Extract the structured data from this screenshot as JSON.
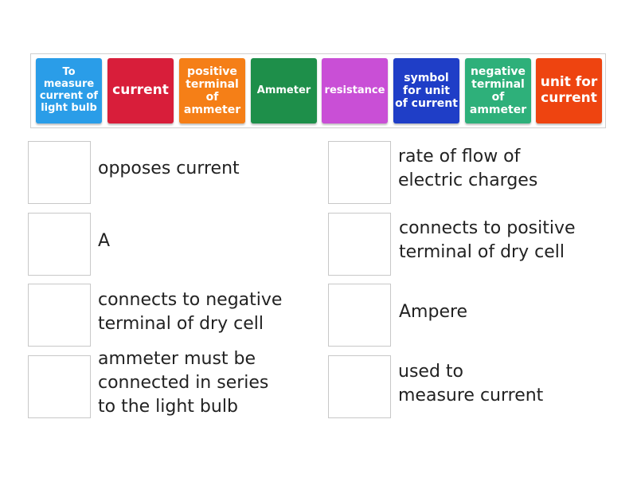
{
  "tiles": [
    {
      "label": "To measure current of light bulb",
      "color": "#2a9de8"
    },
    {
      "label": "current",
      "color": "#d81e3a"
    },
    {
      "label": "positive terminal of ammeter",
      "color": "#f57f17"
    },
    {
      "label": "Ammeter",
      "color": "#1e8f4a"
    },
    {
      "label": "resistance",
      "color": "#c94fd6"
    },
    {
      "label": "symbol for unit of current",
      "color": "#1f3ec7"
    },
    {
      "label": "negative terminal of ammeter",
      "color": "#2eb07a"
    },
    {
      "label": "unit for current",
      "color": "#ee4410"
    }
  ],
  "targets": [
    {
      "text": "opposes current"
    },
    {
      "text": "rate of flow of\nelectric charges"
    },
    {
      "text": "A"
    },
    {
      "text": "connects to positive\nterminal of dry cell"
    },
    {
      "text": "connects to negative\nterminal of dry cell"
    },
    {
      "text": "Ampere"
    },
    {
      "text": "ammeter must be\nconnected in series\nto the light bulb"
    },
    {
      "text": "used to\nmeasure current"
    }
  ]
}
